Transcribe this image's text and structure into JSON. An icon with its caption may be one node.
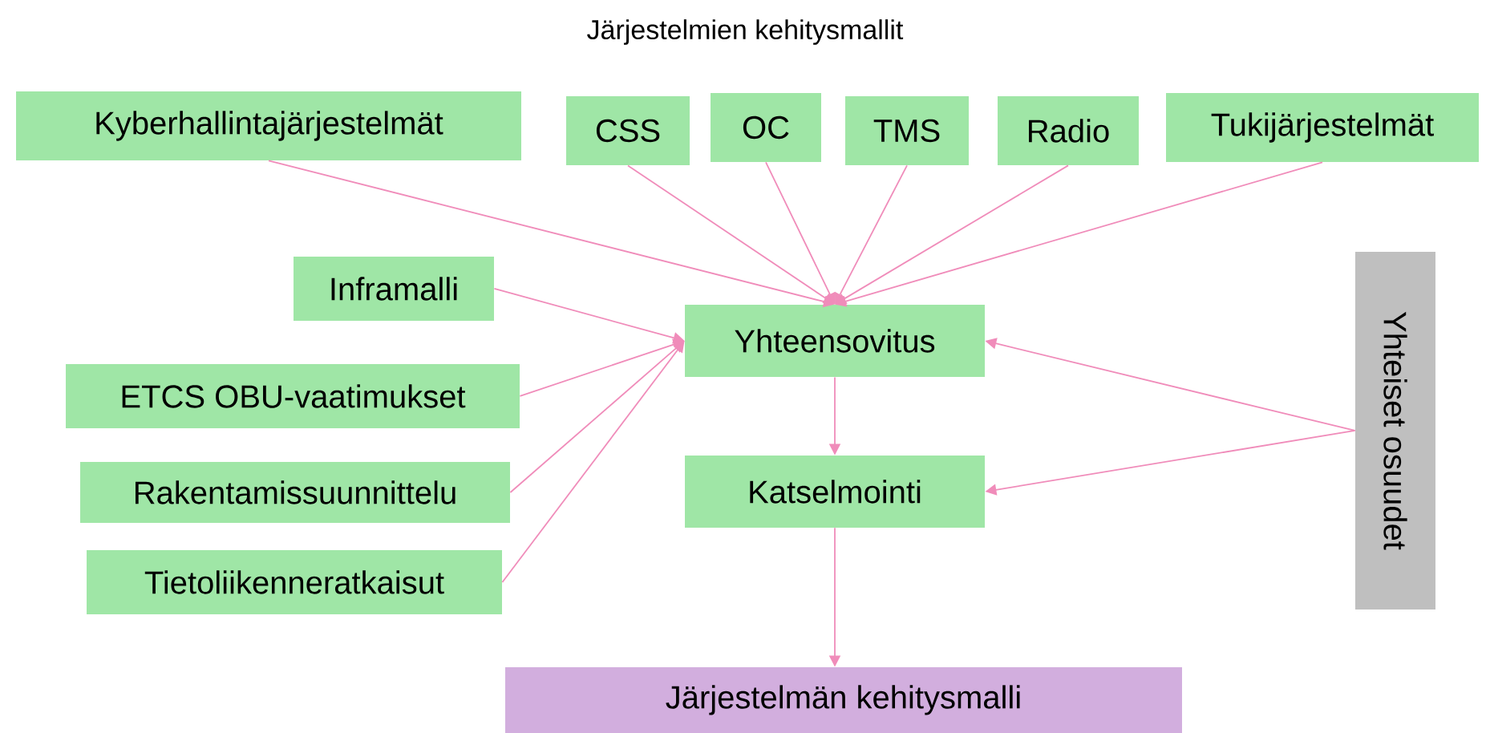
{
  "diagram": {
    "title": "Järjestelmien kehitysmallit",
    "nodes": [
      {
        "text": [
          "Kyberhallintajärjestelmät"
        ]
      },
      {
        "text": [
          "CSS"
        ]
      },
      {
        "text": [
          "OC"
        ]
      },
      {
        "text": [
          "TMS"
        ]
      },
      {
        "text": [
          "Radio"
        ]
      },
      {
        "text": [
          "Tukijärjestelmät"
        ]
      },
      {
        "text": [
          "Inframalli"
        ]
      },
      {
        "text": [
          "Yhteensovitus"
        ]
      },
      {
        "text": [
          "ETCS OBU-vaatimukset"
        ]
      },
      {
        "text": [
          "Rakentamissuunnittelu"
        ]
      },
      {
        "text": [
          "Katselmointi"
        ]
      },
      {
        "text": [
          "Tietoliikenneratkaisut"
        ]
      },
      {
        "text": [
          "Yhteiset osuudet"
        ]
      },
      {
        "text": [
          "Järjestelmän kehitysmalli"
        ]
      }
    ],
    "edges": [
      {
        "from": 0,
        "to": 7,
        "arrow": "to"
      },
      {
        "from": 1,
        "to": 7,
        "arrow": "to"
      },
      {
        "from": 2,
        "to": 7,
        "arrow": "to"
      },
      {
        "from": 3,
        "to": 7,
        "arrow": "to"
      },
      {
        "from": 4,
        "to": 7,
        "arrow": "to"
      },
      {
        "from": 5,
        "to": 7,
        "arrow": "to"
      },
      {
        "from": 6,
        "to": 7,
        "arrow": "to"
      },
      {
        "from": 8,
        "to": 7,
        "arrow": "to"
      },
      {
        "from": 9,
        "to": 7,
        "arrow": "to"
      },
      {
        "from": 11,
        "to": 7,
        "arrow": "to"
      },
      {
        "from": 7,
        "to": 10,
        "arrow": "to"
      },
      {
        "from": 10,
        "to": 13,
        "arrow": "to"
      },
      {
        "from": 12,
        "to": 7,
        "arrow": "to"
      },
      {
        "from": 12,
        "to": 10,
        "arrow": "to"
      }
    ]
  }
}
